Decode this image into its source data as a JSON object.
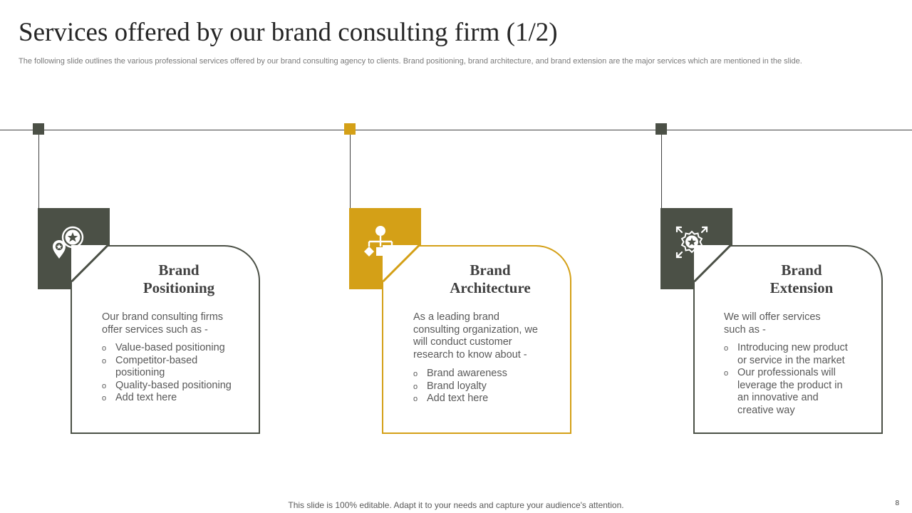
{
  "slide": {
    "title": "Services offered by our brand consulting firm (1/2)",
    "subtitle": "The following slide outlines the various professional services offered by our brand consulting agency to clients. Brand positioning, brand architecture, and brand extension are the major services which are mentioned in the slide.",
    "footer": "This slide is 100% editable. Adapt it to your needs and capture your audience's attention.",
    "page_number": "8"
  },
  "colors": {
    "dark_olive": "#4b5046",
    "gold": "#d4a017",
    "line": "#404040"
  },
  "services": [
    {
      "title_line1": "Brand",
      "title_line2": "Positioning",
      "icon": "location-star-icon",
      "intro": "Our brand consulting firms offer services such as -",
      "bullets": [
        "Value-based positioning",
        "Competitor-based positioning",
        "Quality-based positioning",
        "Add text here"
      ]
    },
    {
      "title_line1": "Brand",
      "title_line2": "Architecture",
      "icon": "hierarchy-shapes-icon",
      "intro": "As a leading brand consulting organization, we will conduct customer research to know about -",
      "bullets": [
        "Brand awareness",
        "Brand loyalty",
        "Add text here"
      ]
    },
    {
      "title_line1": "Brand",
      "title_line2": "Extension",
      "icon": "badge-expand-icon",
      "intro": "We will offer services such as -",
      "bullets": [
        "Introducing new product or service in the market",
        "Our professionals will leverage the product in an innovative and creative way"
      ]
    }
  ],
  "bullet_glyph": "o"
}
